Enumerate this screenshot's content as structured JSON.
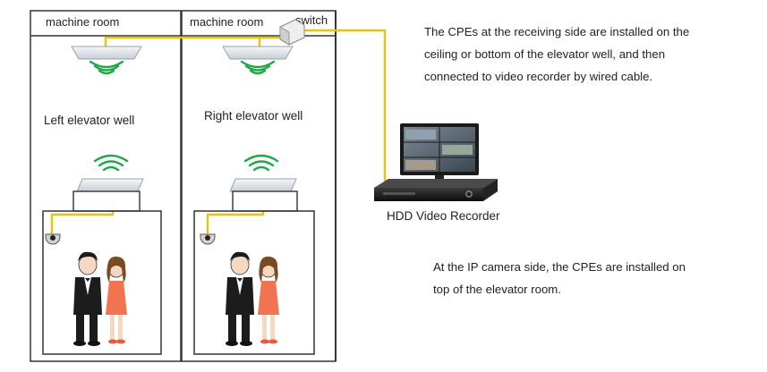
{
  "labels": {
    "machine_room_left": "machine room",
    "machine_room_right": "machine room",
    "switch": "switch",
    "left_well": "Left elevator well",
    "right_well": "Right elevator well",
    "recorder": "HDD Video Recorder"
  },
  "notes": {
    "receiving_side": [
      "The CPEs at the receiving side are  installed on the",
      "ceiling or bottom of the elevator well, and then",
      "connected to video recorder by wired cable."
    ],
    "camera_side": [
      "At the IP camera side, the CPEs are installed on",
      "top of the elevator room."
    ]
  },
  "colors": {
    "cable": "#e8c40f",
    "frame": "#333333",
    "cpe": "#e6eaf0",
    "wifi": "#1fa84a",
    "dress": "#f2734f",
    "suit": "#1c1c1c"
  }
}
